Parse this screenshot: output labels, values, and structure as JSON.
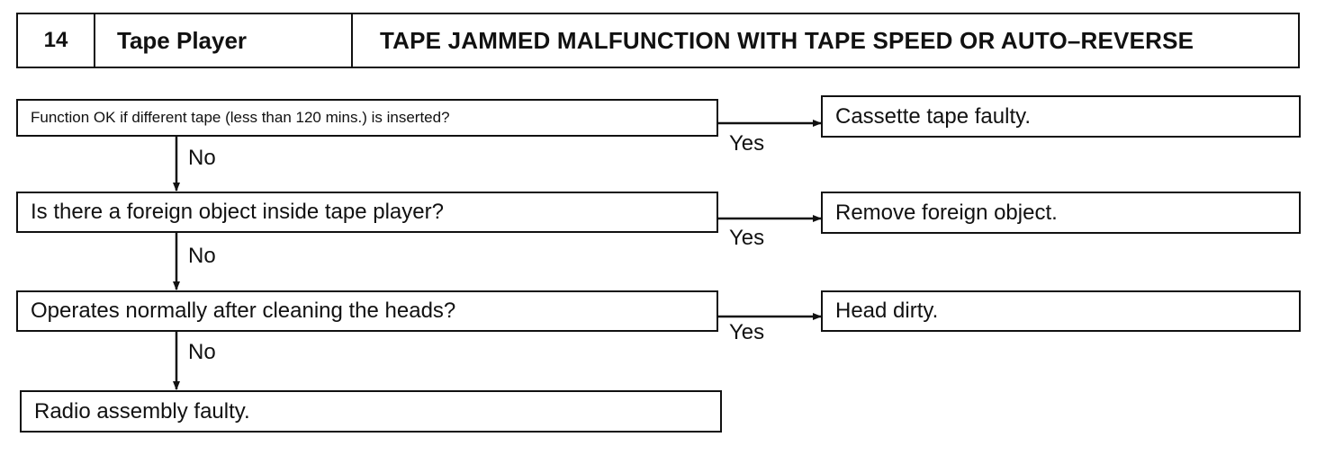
{
  "header": {
    "number": "14",
    "system": "Tape Player",
    "title": "TAPE JAMMED MALFUNCTION WITH TAPE SPEED OR AUTO–REVERSE"
  },
  "flow": {
    "step1": {
      "question": "Function OK if different tape (less than 120 mins.) is inserted?",
      "yes_label": "Yes",
      "yes_result": "Cassette tape faulty.",
      "no_label": "No"
    },
    "step2": {
      "question": "Is there a foreign object inside tape player?",
      "yes_label": "Yes",
      "yes_result": "Remove foreign object.",
      "no_label": "No"
    },
    "step3": {
      "question": "Operates normally after cleaning the heads?",
      "yes_label": "Yes",
      "yes_result": "Head dirty.",
      "no_label": "No"
    },
    "final": "Radio assembly faulty."
  }
}
